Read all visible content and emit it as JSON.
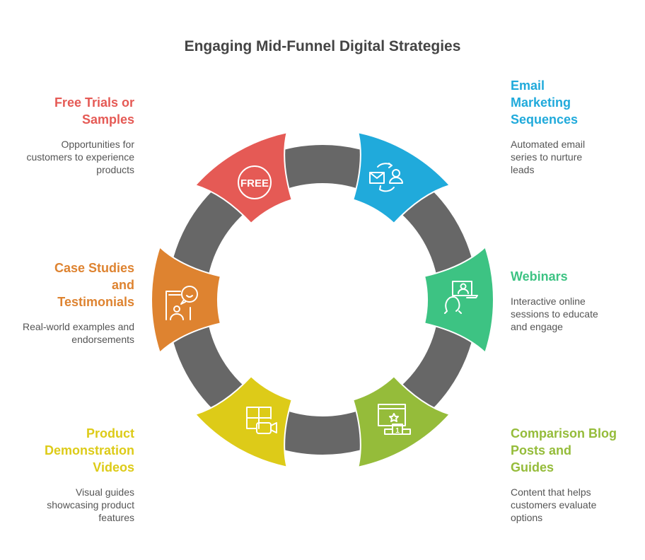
{
  "title": "Engaging Mid-Funnel Digital Strategies",
  "colors": {
    "ring": "#676767",
    "title": "#444444",
    "body": "#555555"
  },
  "items": [
    {
      "id": "free-trials",
      "heading": "Free Trials or Samples",
      "desc": "Opportunities for customers to experience products",
      "color": "#E55A55",
      "icon": "free-badge-icon",
      "icon_text": "FREE"
    },
    {
      "id": "email",
      "heading": "Email Marketing Sequences",
      "desc": "Automated email series to nurture leads",
      "color": "#20AADB",
      "icon": "email-cycle-icon"
    },
    {
      "id": "webinars",
      "heading": "Webinars",
      "desc": "Interactive online sessions to educate and engage",
      "color": "#3DC383",
      "icon": "webinar-icon"
    },
    {
      "id": "comparison",
      "heading": "Comparison Blog Posts and Guides",
      "desc": "Content that helps customers evaluate options",
      "color": "#95BC3A",
      "icon": "ranking-podium-icon",
      "icon_text": "1"
    },
    {
      "id": "videos",
      "heading": "Product Demonstration Videos",
      "desc": "Visual guides showcasing product features",
      "color": "#DDCB18",
      "icon": "video-layout-icon"
    },
    {
      "id": "case-studies",
      "heading": "Case Studies and Testimonials",
      "desc": "Real-world examples and endorsements",
      "color": "#DE8330",
      "icon": "testimonial-icon"
    }
  ]
}
